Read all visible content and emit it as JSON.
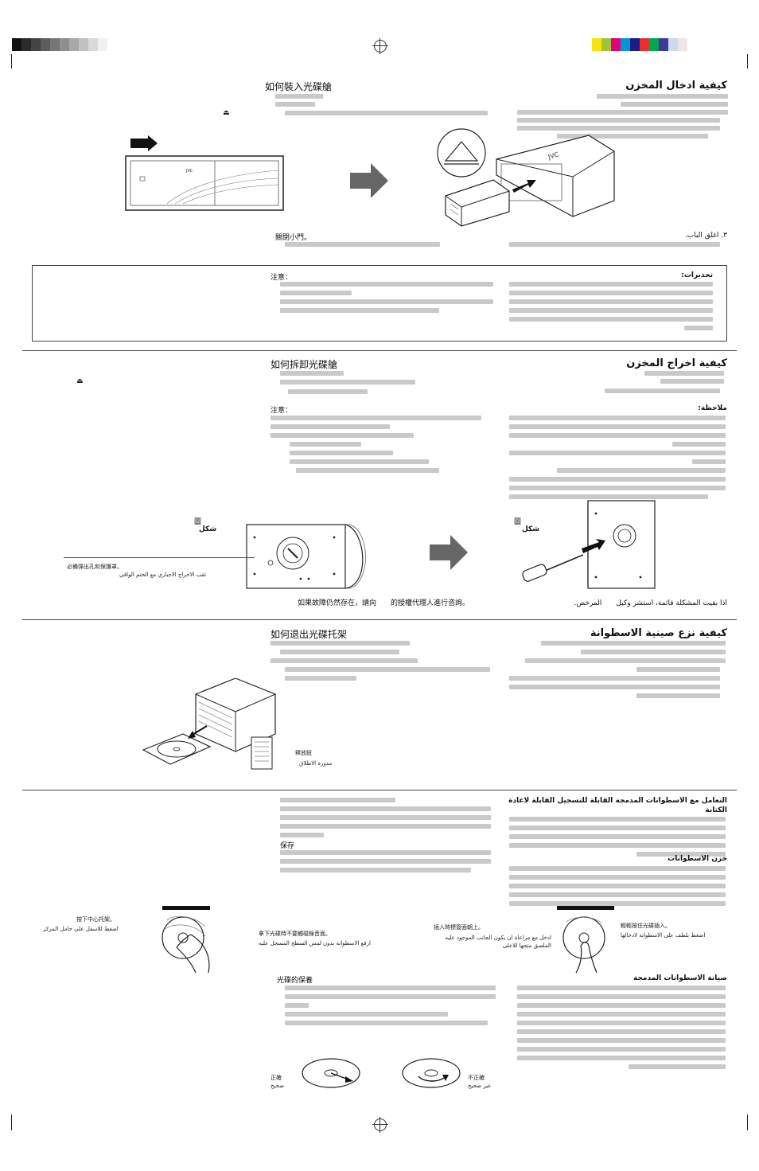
{
  "sections": {
    "insert": {
      "title_zh": "如何裝入光碟艙",
      "title_ar": "كيفية ادخال المخزن"
    },
    "eject": {
      "title_zh": "如何拆卸光碟艙",
      "title_ar": "كيفية اخراج المخزن"
    },
    "tray": {
      "title_zh": "如何退出光碟托架",
      "title_ar": "كيفية نزع صينية الاسطوانة"
    },
    "care": {
      "title_zh": "光碟的保養",
      "title_ar": "صيانة الاسطوانات المدمجة"
    }
  },
  "notes": {
    "caution_zh": "注意：",
    "caution_ar": "تحذيرات:",
    "note_zh": "注意：",
    "note_ar": "ملاحظة:",
    "storage_zh": "保存",
    "storage_ar": "خزن الاسطوانات",
    "cdr_ar": "التعامل مع الاسطوانات المدمجة القابلة للتسجيل القابلة لاعادة الكتابة"
  },
  "labels": {
    "fig_ar_left": "شكل",
    "fig_ar_right": "شكل",
    "fig_zh_left": "圖",
    "fig_zh_right": "圖",
    "eject_hole_zh": "必備彈出孔和保護罩。",
    "eject_hole_ar": "ثقب الاخراج الاجباري مع الختم الواقي",
    "release_zh": "釋放鈕",
    "release_ar": "مدورة الاطلاق",
    "center_zh": "按下中心托架。",
    "center_ar": "اضغط للاسفل على حامل المركز",
    "edge_zh": "拿下光碟時不要觸碰錄音面。",
    "edge_ar": "ارفع الاسطوانة بدون لمس السطح المسجل عليه",
    "label_up_zh": "插入時標簽面朝上。",
    "label_up_ar": "ادخل مع مراعاة ان يكون الجانب الموجود عليه الملصق متجها للاعلى",
    "gentle_zh": "輕輕按住光碟插入。",
    "gentle_ar": "اضغط بلطف على الاسطوانة لادخالها",
    "correct_zh": "正確",
    "correct_ar": "صحيح",
    "incorrect_zh": "不正確",
    "incorrect_ar": "غير صحيح"
  },
  "steps": {
    "close_zh": "關閉小門。",
    "close_ar": "٣. اغلق الباب.",
    "consult_zh": "如果故障仍然存在，請向　　的授權代理人進行咨詢。",
    "consult_ar": "اذا بقيت المشكلة قائمة، استشر وكيل　　المرخص."
  },
  "icons": {
    "eject": "⏏"
  },
  "colors": {
    "registration": [
      "#111111",
      "#2b2b2b",
      "#444444",
      "#5d5d5d",
      "#767676",
      "#8f8f8f",
      "#a8a8a8",
      "#c1c1c1",
      "#dadada",
      "#f0f0f0"
    ],
    "process": [
      "#f5e50a",
      "#9fc63b",
      "#e2007a",
      "#0095d9",
      "#1a1a8a",
      "#e4322b",
      "#00a651",
      "#3b3b9e",
      "#cfd8e8",
      "#efe4e8"
    ]
  }
}
